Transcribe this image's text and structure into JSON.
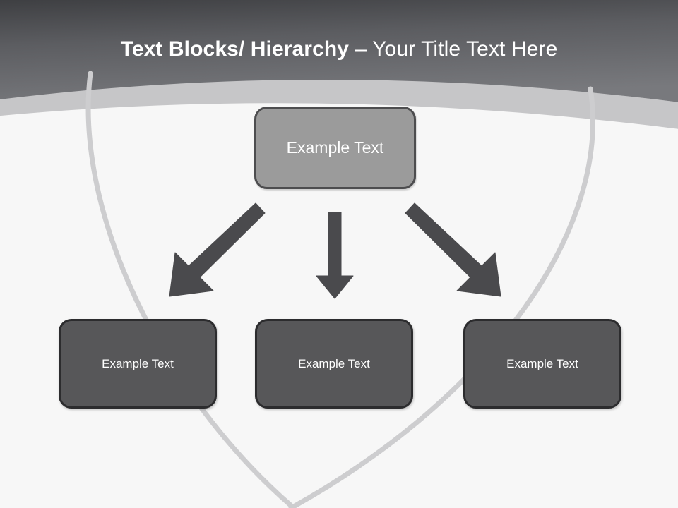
{
  "slide": {
    "background_color": "#f7f7f7",
    "header": {
      "gradient_from": "#3e3f42",
      "gradient_to": "#77787c",
      "accent_band_color": "#c6c6c8",
      "curve_color": "#cfcfd1"
    },
    "title": {
      "strong": "Text Blocks/ Hierarchy",
      "rest": " – Your Title Text Here",
      "color": "#ffffff"
    },
    "nodes": {
      "root": {
        "label": "Example  Text",
        "fill": "#9b9b9b",
        "border": "#4d4d4f",
        "text_color": "#ffffff"
      },
      "children": [
        {
          "label": "Example Text",
          "fill": "#575759",
          "border": "#2c2c2e",
          "text_color": "#ffffff"
        },
        {
          "label": "Example Text",
          "fill": "#575759",
          "border": "#2c2c2e",
          "text_color": "#ffffff"
        },
        {
          "label": "Example Text",
          "fill": "#575759",
          "border": "#2c2c2e",
          "text_color": "#ffffff"
        }
      ]
    },
    "connectors": [
      {
        "name": "arrow-down-left",
        "color": "#4a4a4d",
        "direction": "down-left"
      },
      {
        "name": "arrow-down",
        "color": "#4a4a4d",
        "direction": "down"
      },
      {
        "name": "arrow-down-right",
        "color": "#4a4a4d",
        "direction": "down-right"
      }
    ]
  }
}
